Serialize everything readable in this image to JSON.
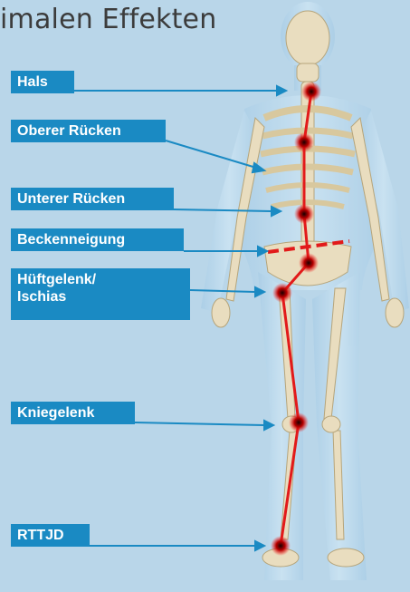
{
  "headline": "imalen Effekten",
  "colors": {
    "background": "#b9d6e9",
    "label_bg": "#1a8ac3",
    "label_text": "#ffffff",
    "body_line": "#e21a1a",
    "bone": "#e9ddbf"
  },
  "labels": [
    {
      "id": "hals",
      "text": "Hals"
    },
    {
      "id": "oberer-ruecken",
      "text": "Oberer Rücken"
    },
    {
      "id": "unterer-ruecken",
      "text": "Unterer Rücken"
    },
    {
      "id": "beckenneigung",
      "text": "Beckenneigung"
    },
    {
      "id": "hueftgelenk",
      "text": "Hüftgelenk/\nIschias"
    },
    {
      "id": "kniegelenk",
      "text": "Kniegelenk"
    },
    {
      "id": "rttjd",
      "text": "RTTJD"
    }
  ]
}
